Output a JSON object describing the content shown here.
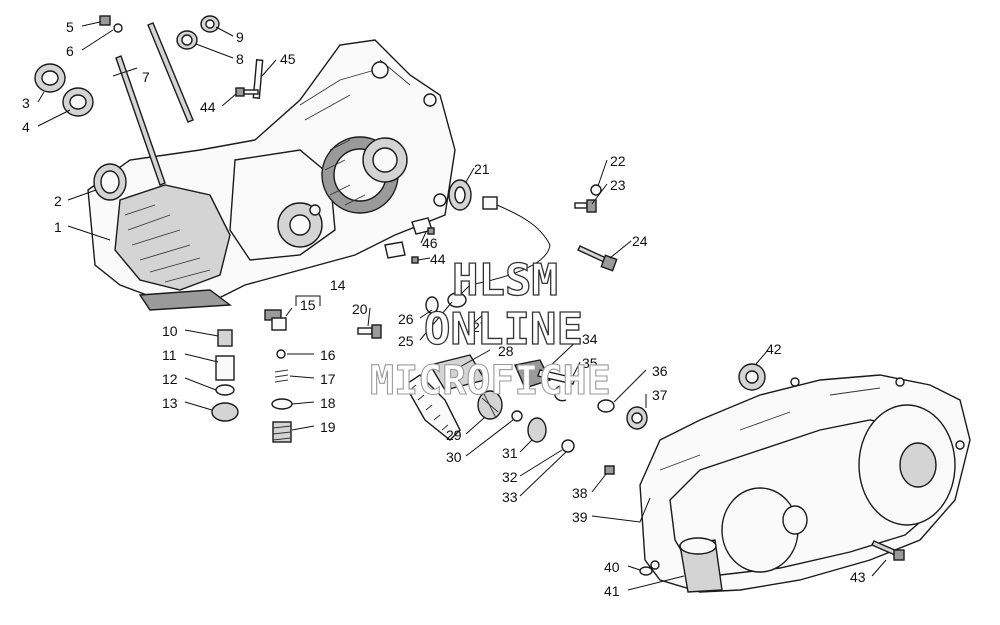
{
  "watermark": {
    "line1": "HLSM",
    "line2": "ONLINE",
    "line3": "MICROFICHE"
  },
  "callouts": [
    {
      "id": "c5",
      "label": "5"
    },
    {
      "id": "c6",
      "label": "6"
    },
    {
      "id": "c9",
      "label": "9"
    },
    {
      "id": "c8",
      "label": "8"
    },
    {
      "id": "c7",
      "label": "7"
    },
    {
      "id": "c45",
      "label": "45"
    },
    {
      "id": "c3",
      "label": "3"
    },
    {
      "id": "c4",
      "label": "4"
    },
    {
      "id": "c44a",
      "label": "44"
    },
    {
      "id": "c2",
      "label": "2"
    },
    {
      "id": "c1",
      "label": "1"
    },
    {
      "id": "c21",
      "label": "21"
    },
    {
      "id": "c22",
      "label": "22"
    },
    {
      "id": "c23",
      "label": "23"
    },
    {
      "id": "c24",
      "label": "24"
    },
    {
      "id": "c46",
      "label": "46"
    },
    {
      "id": "c44b",
      "label": "44"
    },
    {
      "id": "c14",
      "label": "14"
    },
    {
      "id": "c15",
      "label": "15"
    },
    {
      "id": "c20",
      "label": "20"
    },
    {
      "id": "c26",
      "label": "26"
    },
    {
      "id": "c25",
      "label": "25"
    },
    {
      "id": "c27",
      "label": "27"
    },
    {
      "id": "c34",
      "label": "34"
    },
    {
      "id": "c28",
      "label": "28"
    },
    {
      "id": "c35",
      "label": "35"
    },
    {
      "id": "c10",
      "label": "10"
    },
    {
      "id": "c11",
      "label": "11"
    },
    {
      "id": "c12",
      "label": "12"
    },
    {
      "id": "c13",
      "label": "13"
    },
    {
      "id": "c16",
      "label": "16"
    },
    {
      "id": "c17",
      "label": "17"
    },
    {
      "id": "c18",
      "label": "18"
    },
    {
      "id": "c19",
      "label": "19"
    },
    {
      "id": "c36",
      "label": "36"
    },
    {
      "id": "c37",
      "label": "37"
    },
    {
      "id": "c42",
      "label": "42"
    },
    {
      "id": "c29",
      "label": "29"
    },
    {
      "id": "c30",
      "label": "30"
    },
    {
      "id": "c31",
      "label": "31"
    },
    {
      "id": "c32",
      "label": "32"
    },
    {
      "id": "c33",
      "label": "33"
    },
    {
      "id": "c38",
      "label": "38"
    },
    {
      "id": "c39",
      "label": "39"
    },
    {
      "id": "c40",
      "label": "40"
    },
    {
      "id": "c41",
      "label": "41"
    },
    {
      "id": "c43",
      "label": "43"
    }
  ]
}
